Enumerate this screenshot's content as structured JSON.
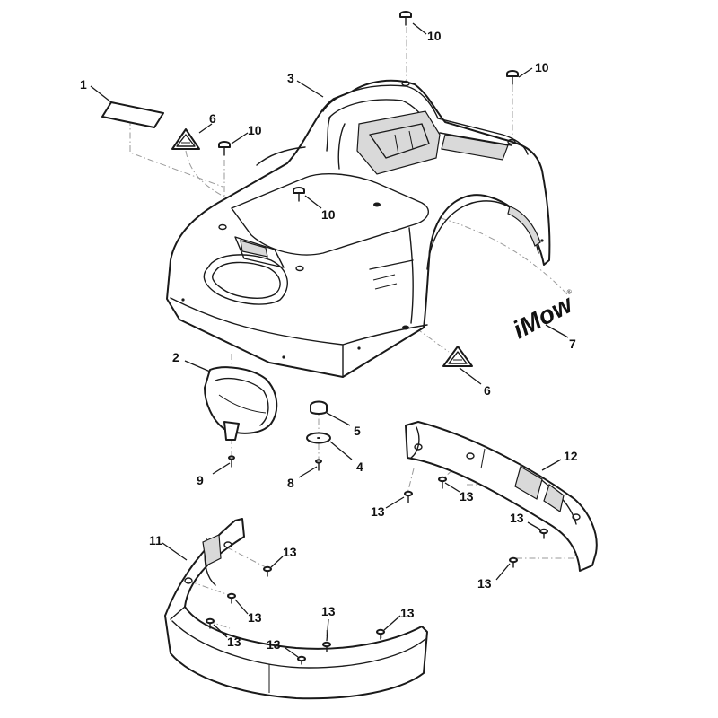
{
  "callouts": [
    {
      "id": "c1",
      "label": "1"
    },
    {
      "id": "c2",
      "label": "2"
    },
    {
      "id": "c3",
      "label": "3"
    },
    {
      "id": "c4",
      "label": "4"
    },
    {
      "id": "c5",
      "label": "5"
    },
    {
      "id": "c6a",
      "label": "6"
    },
    {
      "id": "c6b",
      "label": "6"
    },
    {
      "id": "c7",
      "label": "7"
    },
    {
      "id": "c8",
      "label": "8"
    },
    {
      "id": "c9",
      "label": "9"
    },
    {
      "id": "c10a",
      "label": "10"
    },
    {
      "id": "c10b",
      "label": "10"
    },
    {
      "id": "c10c",
      "label": "10"
    },
    {
      "id": "c10d",
      "label": "10"
    },
    {
      "id": "c11",
      "label": "11"
    },
    {
      "id": "c12",
      "label": "12"
    },
    {
      "id": "c13a",
      "label": "13"
    },
    {
      "id": "c13b",
      "label": "13"
    },
    {
      "id": "c13c",
      "label": "13"
    },
    {
      "id": "c13d",
      "label": "13"
    },
    {
      "id": "c13e",
      "label": "13"
    },
    {
      "id": "c13f",
      "label": "13"
    },
    {
      "id": "c13g",
      "label": "13"
    },
    {
      "id": "c13h",
      "label": "13"
    },
    {
      "id": "c13i",
      "label": "13"
    },
    {
      "id": "c13j",
      "label": "13"
    }
  ],
  "logo": {
    "text": "iMow",
    "mark": "®"
  },
  "colors": {
    "line": "#1a1a1a",
    "construction": "#9a9a9a",
    "shade": "#d9d9d9"
  }
}
